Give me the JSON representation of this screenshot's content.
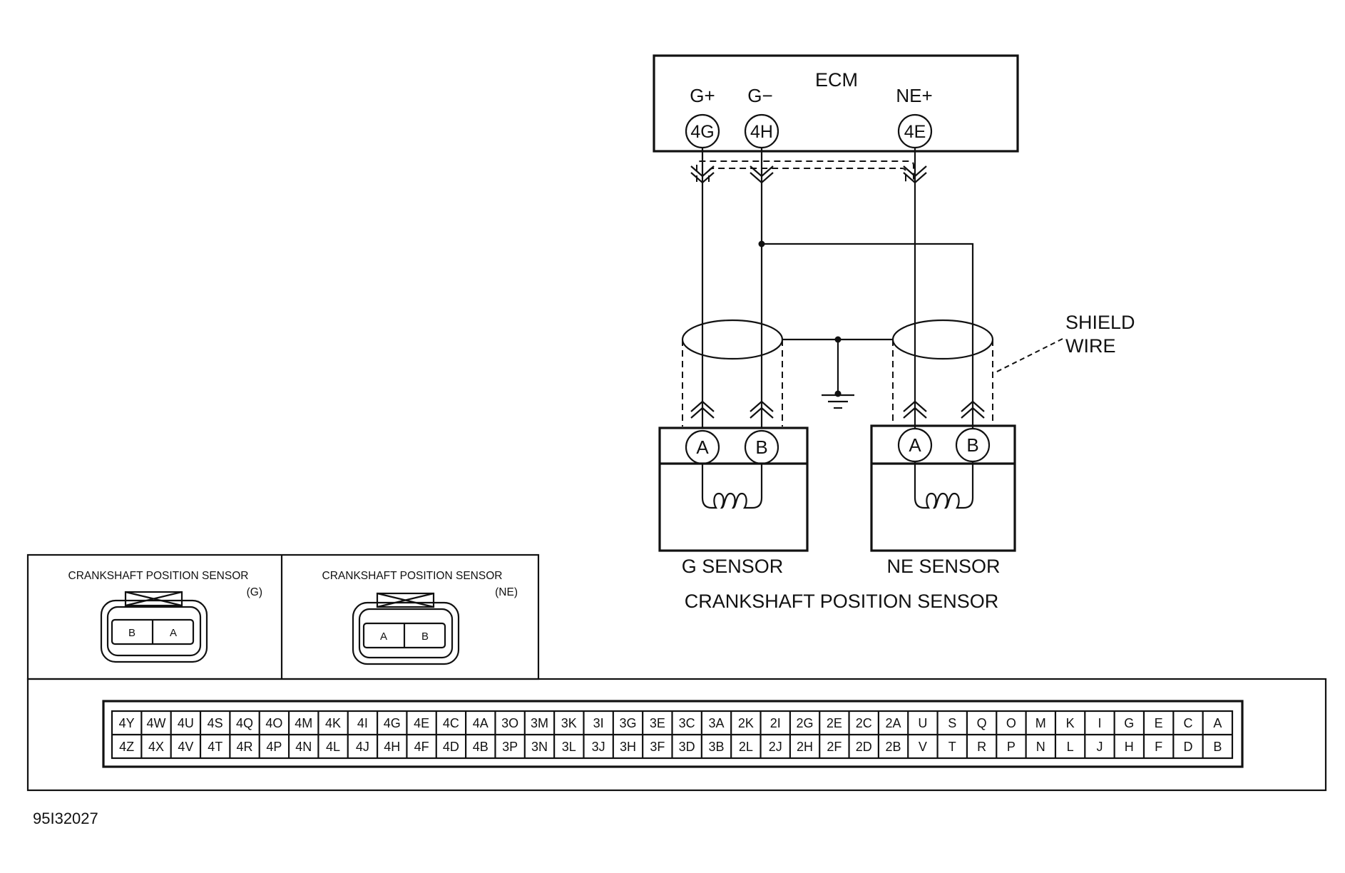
{
  "ecm": {
    "title": "ECM",
    "pins": [
      {
        "label": "G+",
        "terminal": "4G"
      },
      {
        "label": "G−",
        "terminal": "4H"
      },
      {
        "label": "NE+",
        "terminal": "4E"
      }
    ]
  },
  "shield_wire_label": [
    "SHIELD",
    "WIRE"
  ],
  "sensors": [
    {
      "name": "G SENSOR",
      "terminals": [
        "A",
        "B"
      ]
    },
    {
      "name": "NE SENSOR",
      "terminals": [
        "A",
        "B"
      ]
    }
  ],
  "assembly_label": "CRANKSHAFT POSITION SENSOR",
  "connector_views": [
    {
      "title": "CRANKSHAFT POSITION SENSOR",
      "subtitle": "(G)",
      "pins": [
        "B",
        "A"
      ]
    },
    {
      "title": "CRANKSHAFT POSITION SENSOR",
      "subtitle": "(NE)",
      "pins": [
        "A",
        "B"
      ]
    }
  ],
  "ecm_connector": {
    "top_row": [
      "4Y",
      "4W",
      "4U",
      "4S",
      "4Q",
      "4O",
      "4M",
      "4K",
      "4I",
      "4G",
      "4E",
      "4C",
      "4A",
      "3O",
      "3M",
      "3K",
      "3I",
      "3G",
      "3E",
      "3C",
      "3A",
      "2K",
      "2I",
      "2G",
      "2E",
      "2C",
      "2A",
      "U",
      "S",
      "Q",
      "O",
      "M",
      "K",
      "I",
      "G",
      "E",
      "C",
      "A"
    ],
    "bottom_row": [
      "4Z",
      "4X",
      "4V",
      "4T",
      "4R",
      "4P",
      "4N",
      "4L",
      "4J",
      "4H",
      "4F",
      "4D",
      "4B",
      "3P",
      "3N",
      "3L",
      "3J",
      "3H",
      "3F",
      "3D",
      "3B",
      "2L",
      "2J",
      "2H",
      "2F",
      "2D",
      "2B",
      "V",
      "T",
      "R",
      "P",
      "N",
      "L",
      "J",
      "H",
      "F",
      "D",
      "B"
    ]
  },
  "figure_id": "95I32027"
}
